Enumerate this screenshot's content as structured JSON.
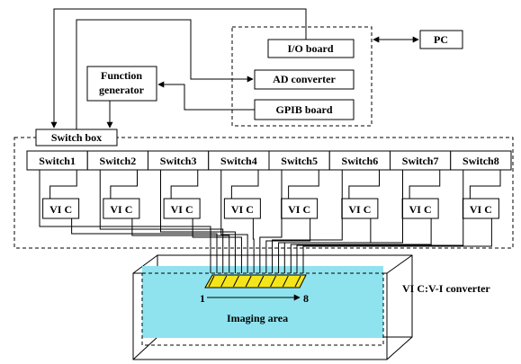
{
  "labels": {
    "io_board": "I/O board",
    "pc": "PC",
    "ad_converter": "AD converter",
    "function_generator_line1": "Function",
    "function_generator_line2": "generator",
    "gpib_board": "GPIB board",
    "switch_box": "Switch box",
    "vic_legend": "VI C:V-I converter",
    "imaging_area": "Imaging area",
    "electrode_start": "1",
    "electrode_end": "8"
  },
  "switches": [
    "Switch1",
    "Switch2",
    "Switch3",
    "Switch4",
    "Switch5",
    "Switch6",
    "Switch7",
    "Switch8"
  ],
  "vic_label": "VI C",
  "vic_count": 8,
  "electrode_count": 8,
  "colors": {
    "imaging_area_fill": "#8fe3ef",
    "electrode_fill": "#f4e51a",
    "line": "#000000"
  }
}
